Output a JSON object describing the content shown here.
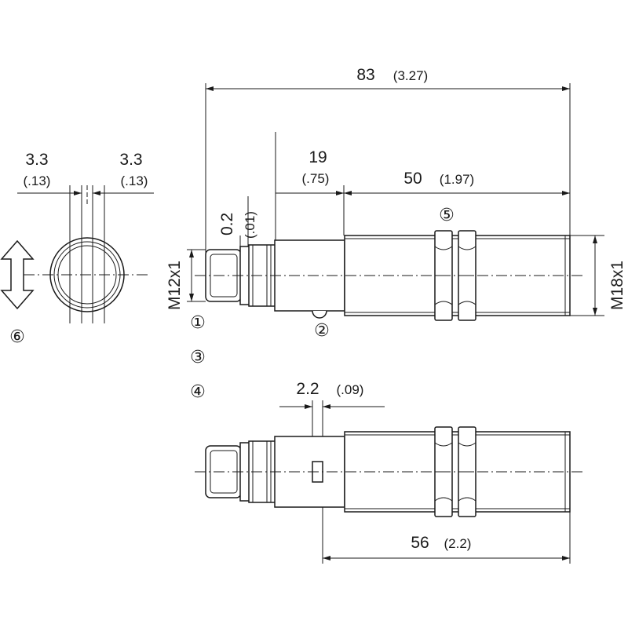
{
  "dimensions": {
    "overall_length": {
      "value": "83",
      "inch": "(3.27)"
    },
    "connector_section": {
      "value": "19",
      "inch": "(.75)"
    },
    "threaded_section": {
      "value": "50",
      "inch": "(1.97)"
    },
    "flange_step": {
      "value": "0.2",
      "inch": "(.01)"
    },
    "connector_thread": "M12x1",
    "housing_thread": "M18x1",
    "offset_left": {
      "value": "3.3",
      "inch": "(.13)"
    },
    "offset_right": {
      "value": "3.3",
      "inch": "(.13)"
    },
    "slot_width": {
      "value": "2.2",
      "inch": "(.09)"
    },
    "slot_to_end": {
      "value": "56",
      "inch": "(2.2)"
    }
  },
  "callouts": {
    "c1": "①",
    "c2": "②",
    "c3": "③",
    "c4": "④",
    "c5": "⑤",
    "c6": "⑥"
  }
}
